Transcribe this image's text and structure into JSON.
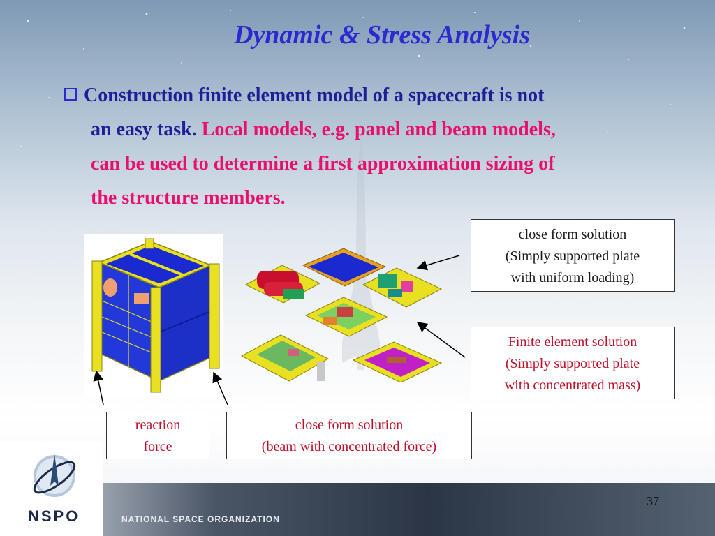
{
  "slide": {
    "title": "Dynamic & Stress Analysis",
    "bullet": {
      "line1": "Construction finite element model of a spacecraft is not",
      "line2_blue": "an easy task. ",
      "line2_pink": "Local models, e.g. panel and beam models,",
      "line3": "can be used to determine a first approximation sizing of",
      "line4": "the structure members."
    },
    "callouts": {
      "top_right": [
        "close form solution",
        "(Simply supported plate",
        "with uniform loading)"
      ],
      "mid_right": [
        "Finite element solution",
        "(Simply supported plate",
        "with concentrated mass)"
      ],
      "reaction": [
        "reaction",
        "force"
      ],
      "beam": [
        "close form solution",
        "(beam with concentrated force)"
      ]
    },
    "footer": {
      "org_name": "NATIONAL SPACE ORGANIZATION",
      "logo_text": "NSPO",
      "page_number": "37"
    }
  },
  "colors": {
    "title": "#2a2ad0",
    "bullet_blue": "#1e1e96",
    "bullet_pink": "#e8106e",
    "frame_yellow": "#e8e020",
    "panel_blue": "#1a2ad0"
  },
  "icons": [
    "checkbox-bullet-icon",
    "nspo-logo-icon",
    "rocket-watermark-icon"
  ]
}
